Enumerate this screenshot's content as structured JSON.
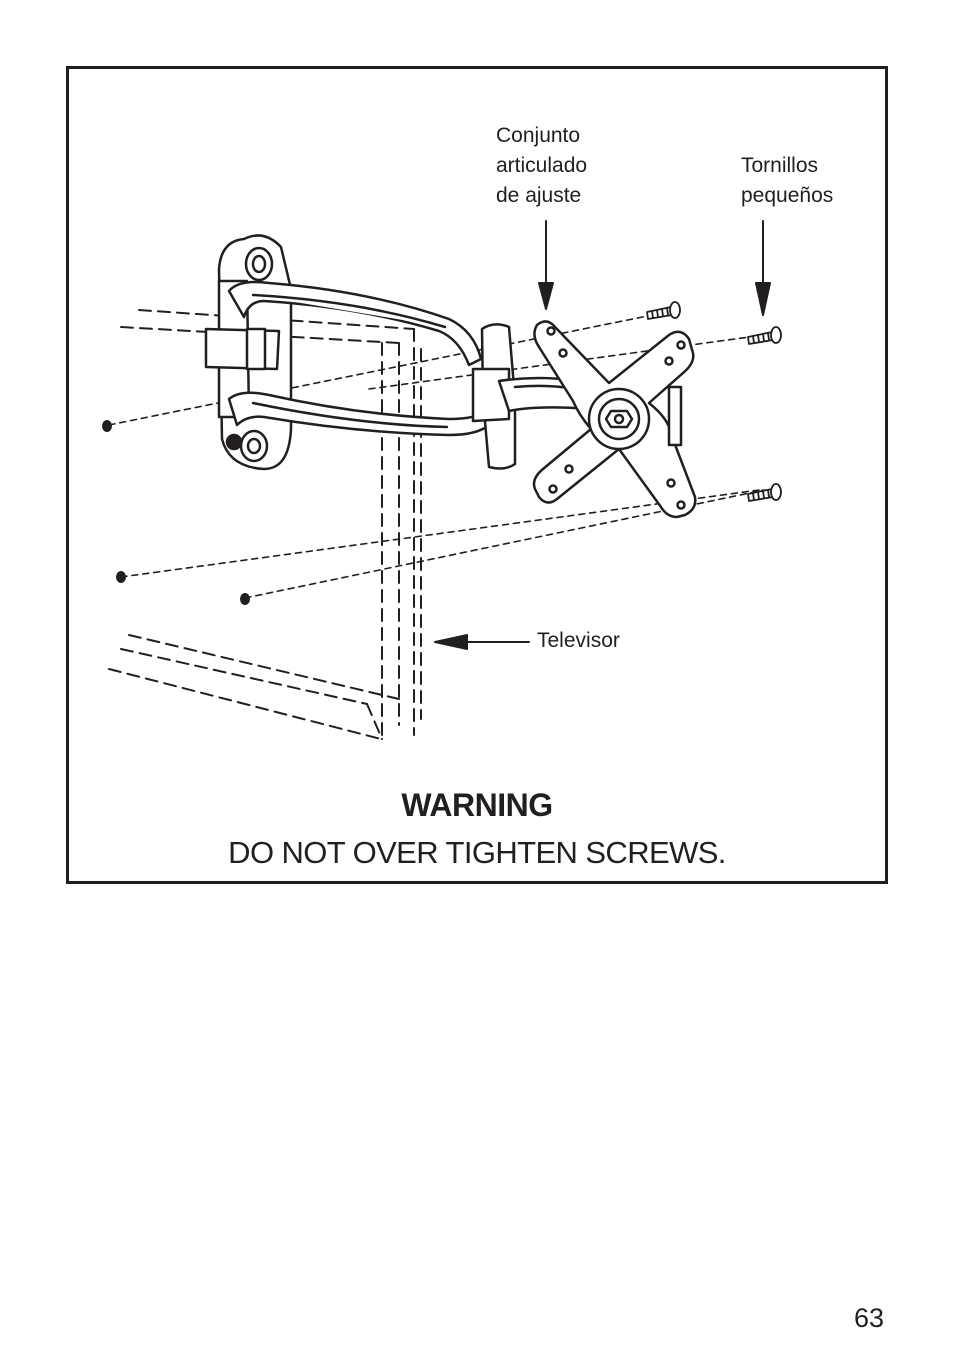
{
  "diagram": {
    "labels": {
      "joint_assembly": "Conjunto\narticulado\nde ajuste",
      "small_screws": "Tornillos\npequeños",
      "television": "Televisor"
    }
  },
  "warning": {
    "title": "WARNING",
    "text": "DO NOT OVER TIGHTEN SCREWS."
  },
  "page_number": "63",
  "colors": {
    "ink": "#231f20",
    "background": "#ffffff"
  }
}
